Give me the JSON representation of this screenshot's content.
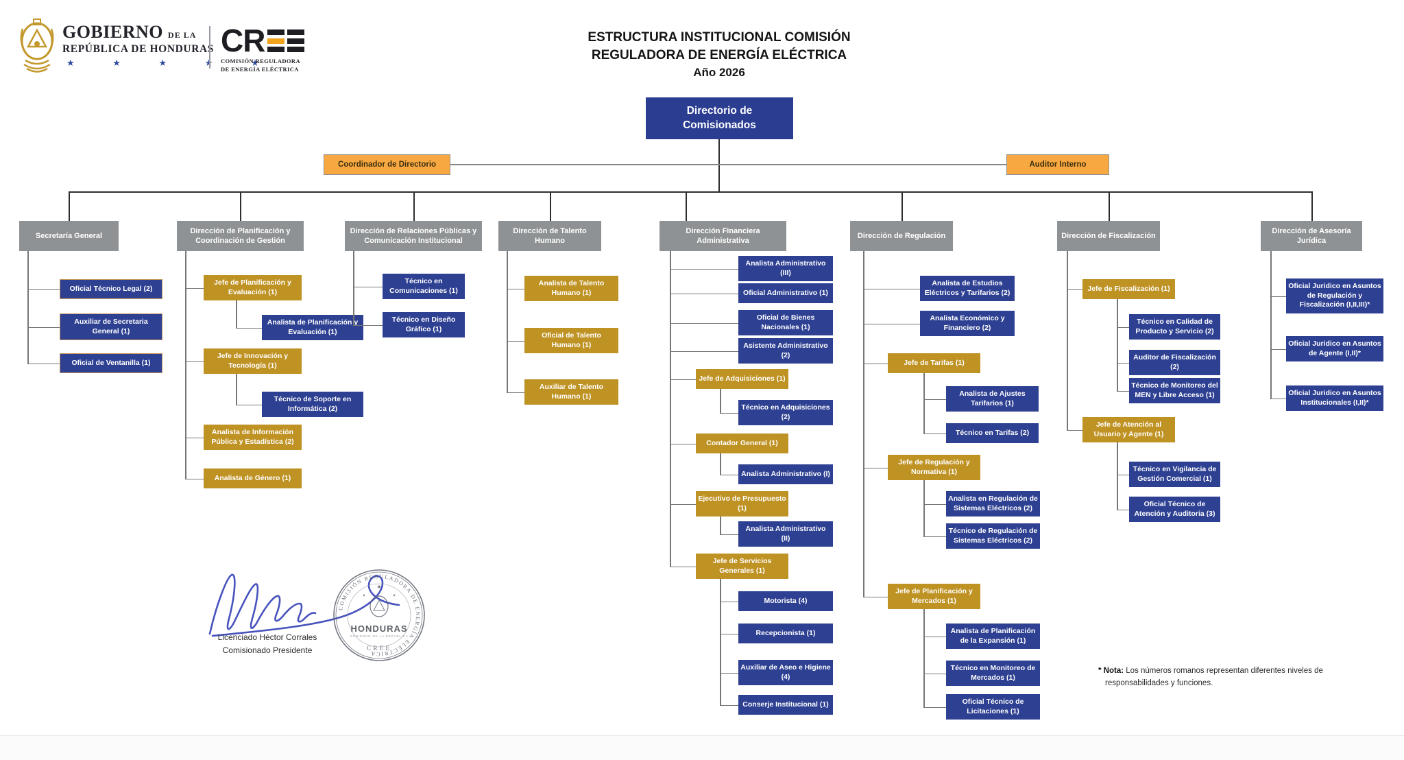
{
  "header": {
    "gobierno_word": "GOBIERNO",
    "gobierno_dela": "DE LA",
    "gobierno_line2": "REPÚBLICA DE HONDURAS",
    "stars": "★ ★ ★ ★ ★",
    "cree_c": "C",
    "cree_r": "R",
    "cree_sub1": "COMISIÓN REGULADORA",
    "cree_sub2": "DE ENERGÍA ELÉCTRICA",
    "title_line1": "ESTRUCTURA INSTITUCIONAL COMISIÓN",
    "title_line2": "REGULADORA DE ENERGÍA ELÉCTRICA",
    "title_line3": "Año 2026"
  },
  "root": {
    "label": "Directorio de Comisionados"
  },
  "staff": {
    "coordinator": "Coordinador de Directorio",
    "auditor": "Auditor Interno"
  },
  "columns": [
    {
      "id": "c1",
      "title": "Secretaría General",
      "nodes": [
        {
          "id": "otl",
          "label": "Oficial Técnico Legal (2)",
          "type": "blue"
        },
        {
          "id": "asg",
          "label": "Auxiliar de Secretaria General (1)",
          "type": "blue"
        },
        {
          "id": "ov",
          "label": "Oficial de Ventanilla (1)",
          "type": "blue"
        }
      ]
    },
    {
      "id": "c2",
      "title": "Dirección de Planificación y Coordinación de Gestión",
      "nodes": [
        {
          "id": "jpe",
          "label": "Jefe de Planificación y Evaluación (1)",
          "type": "gold",
          "children": [
            {
              "id": "ape",
              "label": "Analista de Planificación y Evaluación (1)",
              "type": "blue"
            }
          ]
        },
        {
          "id": "jit",
          "label": "Jefe de Innovación y Tecnología (1)",
          "type": "gold",
          "children": [
            {
              "id": "tsi",
              "label": "Técnico de Soporte en Informática (2)",
              "type": "blue"
            }
          ]
        },
        {
          "id": "aipe",
          "label": "Analista de Información Pública y Estadística (2)",
          "type": "gold"
        },
        {
          "id": "ag",
          "label": "Analista de Género (1)",
          "type": "gold"
        }
      ]
    },
    {
      "id": "c3",
      "title": "Dirección de Relaciones Públicas y Comunicación Institucional",
      "nodes": [
        {
          "id": "tc",
          "label": "Técnico en Comunicaciones (1)",
          "type": "blue"
        },
        {
          "id": "tdg",
          "label": "Técnico en Diseño Gráfico (1)",
          "type": "blue"
        }
      ]
    },
    {
      "id": "c4",
      "title": "Dirección de Talento Humano",
      "nodes": [
        {
          "id": "ath",
          "label": "Analista de Talento Humano (1)",
          "type": "gold"
        },
        {
          "id": "oth",
          "label": "Oficial de Talento Humano (1)",
          "type": "gold"
        },
        {
          "id": "auth",
          "label": "Auxiliar de Talento Humano (1)",
          "type": "gold"
        }
      ]
    },
    {
      "id": "c5",
      "title": "Dirección Financiera Administrativa",
      "nodes": [
        {
          "id": "aa3",
          "label": "Analista Administrativo (III)",
          "type": "blue"
        },
        {
          "id": "oa",
          "label": "Oficial Administrativo (1)",
          "type": "blue"
        },
        {
          "id": "obn",
          "label": "Oficial de Bienes Nacionales (1)",
          "type": "blue"
        },
        {
          "id": "asis",
          "label": "Asistente Administrativo (2)",
          "type": "blue"
        },
        {
          "id": "jadq",
          "label": "Jefe de Adquisiciones (1)",
          "type": "gold",
          "children": [
            {
              "id": "tadq",
              "label": "Técnico en Adquisiciones (2)",
              "type": "blue"
            }
          ]
        },
        {
          "id": "cg",
          "label": "Contador General (1)",
          "type": "gold",
          "children": [
            {
              "id": "aa1",
              "label": "Analista Administrativo (I)",
              "type": "blue"
            }
          ]
        },
        {
          "id": "ep",
          "label": "Ejecutivo de Presupuesto (1)",
          "type": "gold",
          "children": [
            {
              "id": "aa2",
              "label": "Analista Administrativo (II)",
              "type": "blue"
            }
          ]
        },
        {
          "id": "jsg",
          "label": "Jefe de Servicios Generales (1)",
          "type": "gold",
          "children": [
            {
              "id": "mot",
              "label": "Motorista (4)",
              "type": "blue"
            },
            {
              "id": "rec",
              "label": "Recepcionista (1)",
              "type": "blue"
            },
            {
              "id": "aah",
              "label": "Auxiliar de Aseo e Higiene (4)",
              "type": "blue"
            },
            {
              "id": "ci",
              "label": "Conserje Institucional (1)",
              "type": "blue"
            }
          ]
        }
      ]
    },
    {
      "id": "c6",
      "title": "Dirección de Regulación",
      "nodes": [
        {
          "id": "aeet",
          "label": "Analista de Estudios Eléctricos y Tarifarios (2)",
          "type": "blue"
        },
        {
          "id": "aef",
          "label": "Analista Económico y Financiero (2)",
          "type": "blue"
        },
        {
          "id": "jt",
          "label": "Jefe de Tarifas (1)",
          "type": "gold",
          "children": [
            {
              "id": "aat",
              "label": "Analista de Ajustes Tarifarios (1)",
              "type": "blue"
            },
            {
              "id": "tt",
              "label": "Técnico en Tarifas (2)",
              "type": "blue"
            }
          ]
        },
        {
          "id": "jrn",
          "label": "Jefe de Regulación y Normativa (1)",
          "type": "gold",
          "children": [
            {
              "id": "arse",
              "label": "Analista en Regulación de Sistemas Eléctricos (2)",
              "type": "blue"
            },
            {
              "id": "trse",
              "label": "Técnico de Regulación de Sistemas Eléctricos (2)",
              "type": "blue"
            }
          ]
        },
        {
          "id": "jpm",
          "label": "Jefe de Planificación y Mercados (1)",
          "type": "gold",
          "children": [
            {
              "id": "apex",
              "label": "Analista de Planificación de la Expansión (1)",
              "type": "blue"
            },
            {
              "id": "tmm",
              "label": "Técnico en Monitoreo de Mercados (1)",
              "type": "blue"
            },
            {
              "id": "otl2",
              "label": "Oficial Técnico de Licitaciones (1)",
              "type": "blue"
            }
          ]
        }
      ]
    },
    {
      "id": "c7",
      "title": "Dirección de Fiscalización",
      "nodes": [
        {
          "id": "jf",
          "label": "Jefe de Fiscalización (1)",
          "type": "gold",
          "children": [
            {
              "id": "tcps",
              "label": "Técnico en Calidad de Producto y Servicio (2)",
              "type": "blue"
            },
            {
              "id": "adf",
              "label": "Auditor de Fiscalización (2)",
              "type": "blue"
            },
            {
              "id": "tmmen",
              "label": "Técnico de Monitoreo del MEN y Libre Acceso (1)",
              "type": "blue"
            }
          ]
        },
        {
          "id": "jaua",
          "label": "Jefe de Atención al Usuario y Agente (1)",
          "type": "gold",
          "children": [
            {
              "id": "tvgc",
              "label": "Técnico en Vigilancia de Gestión Comercial (1)",
              "type": "blue"
            },
            {
              "id": "otaa",
              "label": "Oficial Técnico de Atención y Auditoria (3)",
              "type": "blue"
            }
          ]
        }
      ]
    },
    {
      "id": "c8",
      "title": "Dirección de Asesoría Jurídica",
      "nodes": [
        {
          "id": "oj1",
          "label": "Oficial Juridico en Asuntos de Regulación y Fiscalización (I,II,III)*",
          "type": "blue"
        },
        {
          "id": "oj2",
          "label": "Oficial Juridico en Asuntos de Agente (I,II)*",
          "type": "blue"
        },
        {
          "id": "oj3",
          "label": "Oficial Juridico en Asuntos Institucionales (I,II)*",
          "type": "blue"
        }
      ]
    }
  ],
  "signature": {
    "name": "Licenciado Héctor Corrales",
    "title": "Comisionado Presidente"
  },
  "seal": {
    "ring_text": "COMISIÓN REGULADORA DE ENERGÍA ELÉCTRICA",
    "country": "HONDURAS",
    "sub": "GOBIERNO DE LA REPÚBLICA",
    "acronym": "CREE"
  },
  "note": {
    "bold": "* Nota:",
    "rest": " Los números romanos representan diferentes niveles  de responsabilidades y funciones."
  },
  "colors": {
    "blue_box": "#2e4092",
    "gold_box": "#bf9224",
    "gray_header": "#8f9294",
    "orange_box": "#f7a840",
    "root_box": "#2b3d91",
    "star_blue": "#2e4a9e",
    "cree_orange": "#f2a41f"
  }
}
